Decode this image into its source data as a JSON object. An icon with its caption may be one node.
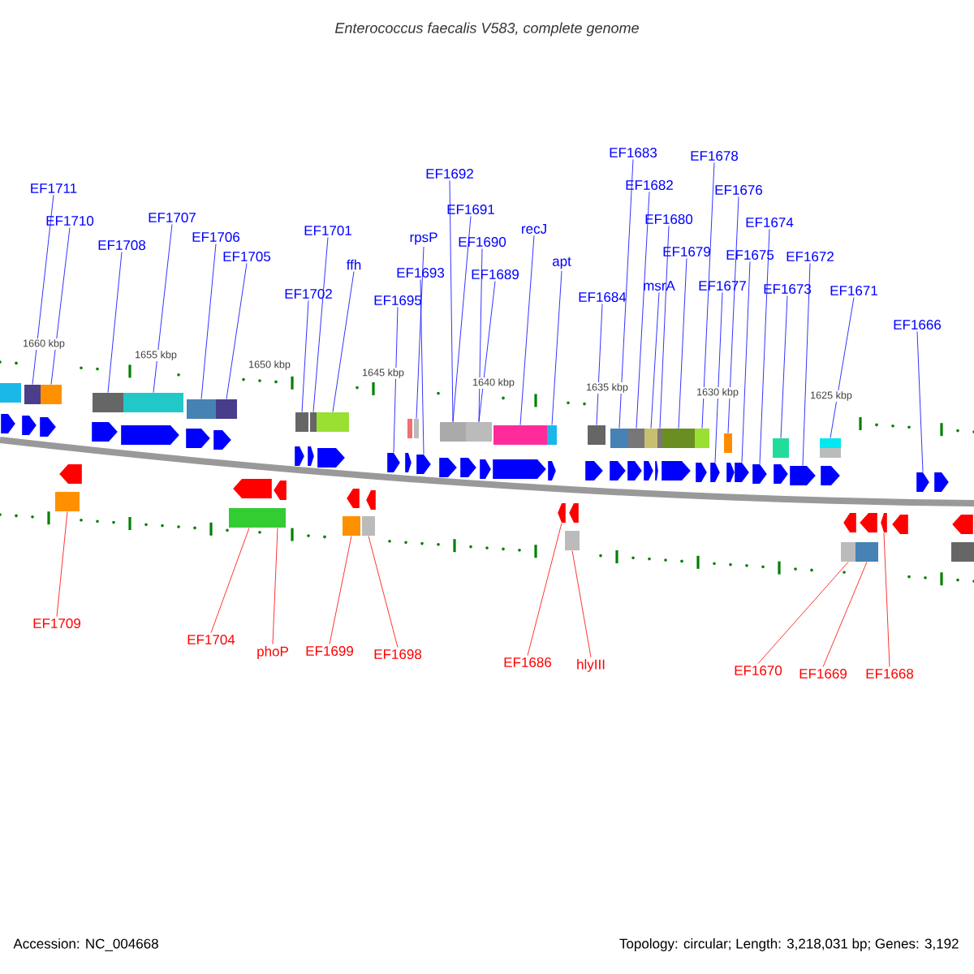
{
  "diagram": {
    "title": "Enterococcus faecalis V583, complete genome",
    "nodes": [
      {
        "text": [
          "EF1711"
        ]
      },
      {
        "text": [
          "EF1710"
        ]
      },
      {
        "text": [
          "EF1708"
        ]
      },
      {
        "text": [
          "EF1707"
        ]
      },
      {
        "text": [
          "EF1706"
        ]
      },
      {
        "text": [
          "EF1705"
        ]
      },
      {
        "text": [
          "EF1701"
        ]
      },
      {
        "text": [
          "ffh"
        ]
      },
      {
        "text": [
          "EF1702"
        ]
      },
      {
        "text": [
          "EF1695"
        ]
      },
      {
        "text": [
          "EF1692"
        ]
      },
      {
        "text": [
          "rpsP"
        ]
      },
      {
        "text": [
          "EF1693"
        ]
      },
      {
        "text": [
          "EF1691"
        ]
      },
      {
        "text": [
          "EF1690"
        ]
      },
      {
        "text": [
          "EF1689"
        ]
      },
      {
        "text": [
          "recJ"
        ]
      },
      {
        "text": [
          "apt"
        ]
      },
      {
        "text": [
          "EF1684"
        ]
      },
      {
        "text": [
          "EF1683"
        ]
      },
      {
        "text": [
          "EF1682"
        ]
      },
      {
        "text": [
          "EF1680"
        ]
      },
      {
        "text": [
          "msrA"
        ]
      },
      {
        "text": [
          "EF1679"
        ]
      },
      {
        "text": [
          "EF1678"
        ]
      },
      {
        "text": [
          "EF1676"
        ]
      },
      {
        "text": [
          "EF1677"
        ]
      },
      {
        "text": [
          "EF1675"
        ]
      },
      {
        "text": [
          "EF1674"
        ]
      },
      {
        "text": [
          "EF1673"
        ]
      },
      {
        "text": [
          "EF1672"
        ]
      },
      {
        "text": [
          "EF1671"
        ]
      },
      {
        "text": [
          "EF1666"
        ]
      },
      {
        "text": [
          "EF1709"
        ]
      },
      {
        "text": [
          "EF1704"
        ]
      },
      {
        "text": [
          "phoP"
        ]
      },
      {
        "text": [
          "EF1699"
        ]
      },
      {
        "text": [
          "EF1698"
        ]
      },
      {
        "text": [
          "EF1686"
        ]
      },
      {
        "text": [
          "hlyIII"
        ]
      },
      {
        "text": [
          "EF1670"
        ]
      },
      {
        "text": [
          "EF1669"
        ]
      },
      {
        "text": [
          "EF1668"
        ]
      },
      {
        "text": [],
        "shape": "box"
      },
      {
        "text": [],
        "shape": "box"
      },
      {
        "text": [],
        "shape": "box"
      },
      {
        "text": [],
        "shape": "box"
      },
      {
        "text": [],
        "shape": "box"
      },
      {
        "text": [],
        "shape": "box"
      },
      {
        "text": [],
        "shape": "box"
      },
      {
        "text": [],
        "shape": "box"
      },
      {
        "text": [],
        "shape": "box"
      },
      {
        "text": [],
        "shape": "pentagon"
      },
      {
        "text": [],
        "shape": "box"
      },
      {
        "text": [],
        "shape": "pentagon"
      },
      {
        "text": [],
        "shape": "box"
      },
      {
        "text": [],
        "shape": "box"
      },
      {
        "text": [],
        "shape": "box"
      },
      {
        "text": [],
        "shape": "box"
      },
      {
        "text": [],
        "shape": "box"
      },
      {
        "text": [],
        "shape": "box"
      },
      {
        "text": [],
        "shape": "box"
      },
      {
        "text": [],
        "shape": "box"
      },
      {
        "text": [],
        "shape": "box"
      },
      {
        "text": [],
        "shape": "box"
      },
      {
        "text": [],
        "shape": "box"
      },
      {
        "text": [],
        "shape": "pentagon"
      },
      {
        "text": [],
        "shape": "box"
      },
      {
        "text": [],
        "shape": "pentagon"
      },
      {
        "text": [],
        "shape": "pentagon"
      },
      {
        "text": [],
        "shape": "box"
      },
      {
        "text": [],
        "shape": "pentagon"
      },
      {
        "text": [],
        "shape": "box"
      },
      {
        "text": [],
        "shape": "pentagon"
      },
      {
        "text": [],
        "shape": "box"
      },
      {
        "text": [],
        "shape": "box"
      },
      {
        "text": [],
        "shape": "box"
      },
      {
        "text": [],
        "shape": "box"
      },
      {
        "text": [],
        "shape": "box"
      },
      {
        "text": [],
        "shape": "pentagon"
      },
      {
        "text": [],
        "shape": "box"
      },
      {
        "text": [],
        "shape": "box"
      },
      {
        "text": [],
        "shape": "box"
      },
      {
        "text": [],
        "shape": "pentagon"
      },
      {
        "text": [],
        "shape": "pentagon"
      },
      {
        "text": [],
        "shape": "pentagon"
      },
      {
        "text": [],
        "shape": "pentagon"
      },
      {
        "text": [],
        "shape": "pentagon"
      },
      {
        "text": [],
        "shape": "pentagon"
      },
      {
        "text": [],
        "shape": "pentagon"
      },
      {
        "text": [],
        "shape": "pentagon"
      },
      {
        "text": [],
        "shape": "pentagon"
      },
      {
        "text": [],
        "shape": "pentagon"
      },
      {
        "text": [],
        "shape": "pentagon"
      },
      {
        "text": [],
        "shape": "pentagon"
      },
      {
        "text": [],
        "shape": "pentagon"
      },
      {
        "text": [],
        "shape": "pentagon"
      },
      {
        "text": [],
        "shape": "pentagon"
      },
      {
        "text": [],
        "shape": "pentagon"
      },
      {
        "text": [],
        "shape": "pentagon"
      },
      {
        "text": [],
        "shape": "pentagon"
      },
      {
        "text": [],
        "shape": "pentagon"
      },
      {
        "text": [],
        "shape": "pentagon"
      },
      {
        "text": [],
        "shape": "pentagon"
      },
      {
        "text": [],
        "shape": "pentagon"
      },
      {
        "text": [],
        "shape": "pentagon"
      },
      {
        "text": [],
        "shape": "pentagon"
      },
      {
        "text": [],
        "shape": "pentagon"
      },
      {
        "text": [],
        "shape": "pentagon"
      },
      {
        "text": [],
        "shape": "pentagon"
      },
      {
        "text": [],
        "shape": "pentagon"
      },
      {
        "text": [],
        "shape": "pentagon"
      },
      {
        "text": [],
        "shape": "pentagon"
      },
      {
        "text": [],
        "shape": "pentagon"
      },
      {
        "text": [],
        "shape": "pentagon"
      },
      {
        "text": [],
        "shape": "pentagon"
      },
      {
        "text": [],
        "shape": "pentagon"
      },
      {
        "text": [],
        "shape": "pentagon"
      },
      {
        "text": [],
        "shape": "pentagon"
      },
      {
        "text": [],
        "shape": "pentagon"
      },
      {
        "text": [],
        "shape": "pentagon"
      },
      {
        "text": [],
        "shape": "box"
      },
      {
        "text": [],
        "shape": "box"
      },
      {
        "text": [],
        "shape": "box"
      },
      {
        "text": [],
        "shape": "box"
      }
    ],
    "edges": [
      {
        "from": 0,
        "to": 43,
        "arrow": "none"
      },
      {
        "from": 1,
        "to": 44,
        "arrow": "none"
      },
      {
        "from": 2,
        "to": 45,
        "arrow": "none"
      },
      {
        "from": 3,
        "to": 46,
        "arrow": "none"
      },
      {
        "from": 4,
        "to": 47,
        "arrow": "none"
      },
      {
        "from": 5,
        "to": 48,
        "arrow": "none"
      },
      {
        "from": 6,
        "to": 50,
        "arrow": "none"
      },
      {
        "from": 7,
        "to": 51,
        "arrow": "none"
      },
      {
        "from": 8,
        "to": 49,
        "arrow": "none"
      },
      {
        "from": 9,
        "to": 52,
        "arrow": "none"
      },
      {
        "from": 10,
        "to": 55,
        "arrow": "none"
      },
      {
        "from": 11,
        "to": 53,
        "arrow": "none"
      },
      {
        "from": 12,
        "to": 54,
        "arrow": "none"
      },
      {
        "from": 13,
        "to": 55,
        "arrow": "none"
      },
      {
        "from": 14,
        "to": 56,
        "arrow": "none"
      },
      {
        "from": 15,
        "to": 56,
        "arrow": "none"
      },
      {
        "from": 16,
        "to": 57,
        "arrow": "none"
      },
      {
        "from": 17,
        "to": 58,
        "arrow": "none"
      },
      {
        "from": 18,
        "to": 59,
        "arrow": "none"
      },
      {
        "from": 19,
        "to": 60,
        "arrow": "none"
      },
      {
        "from": 20,
        "to": 61,
        "arrow": "none"
      },
      {
        "from": 21,
        "to": 63,
        "arrow": "none"
      },
      {
        "from": 22,
        "to": 62,
        "arrow": "none"
      },
      {
        "from": 23,
        "to": 64,
        "arrow": "none"
      },
      {
        "from": 24,
        "to": 65,
        "arrow": "none"
      },
      {
        "from": 25,
        "to": 67,
        "arrow": "none"
      },
      {
        "from": 26,
        "to": 66,
        "arrow": "none"
      },
      {
        "from": 27,
        "to": 68,
        "arrow": "none"
      },
      {
        "from": 28,
        "to": 69,
        "arrow": "none"
      },
      {
        "from": 29,
        "to": 70,
        "arrow": "none"
      },
      {
        "from": 30,
        "to": 71,
        "arrow": "none"
      },
      {
        "from": 31,
        "to": 72,
        "arrow": "none"
      },
      {
        "from": 32,
        "to": 73,
        "arrow": "none"
      },
      {
        "from": 33,
        "to": 74,
        "arrow": "none",
        "color": "#ff0000"
      },
      {
        "from": 34,
        "to": 75,
        "arrow": "none",
        "color": "#ff0000"
      },
      {
        "from": 35,
        "to": 76,
        "arrow": "none",
        "color": "#ff0000"
      },
      {
        "from": 36,
        "to": 77,
        "arrow": "none",
        "color": "#ff0000"
      },
      {
        "from": 37,
        "to": 78,
        "arrow": "none",
        "color": "#ff0000"
      },
      {
        "from": 38,
        "to": 79,
        "arrow": "none",
        "color": "#ff0000"
      },
      {
        "from": 39,
        "to": 80,
        "arrow": "none",
        "color": "#ff0000"
      },
      {
        "from": 40,
        "to": 81,
        "arrow": "none",
        "color": "#ff0000"
      },
      {
        "from": 41,
        "to": 82,
        "arrow": "none",
        "color": "#ff0000"
      },
      {
        "from": 42,
        "to": 83,
        "arrow": "none",
        "color": "#ff0000"
      }
    ],
    "labels": [
      "1660 kbp",
      "1655 kbp",
      "1650 kbp",
      "1645 kbp",
      "1640 kbp",
      "1635 kbp",
      "1630 kbp",
      "1625 kbp",
      "Accession: NC_004668",
      "Topology: circular; Length: 3,218,031 bp; Genes: 3,192"
    ]
  }
}
